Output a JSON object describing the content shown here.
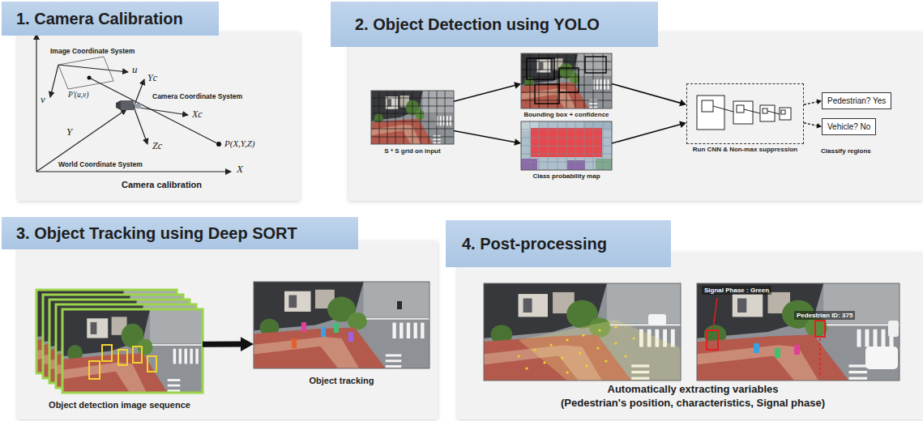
{
  "diagram": {
    "nodes": [
      {
        "text": [
          "1. Camera Calibration"
        ]
      },
      {
        "text": [
          "2. Object Detection using YOLO"
        ]
      },
      {
        "text": [
          "S * S grid on input"
        ]
      },
      {
        "text": [
          "Bounding box + confidence"
        ]
      },
      {
        "text": [
          "Class probability map"
        ]
      },
      {
        "text": [
          "Run CNN & Non-max suppression"
        ]
      },
      {
        "text": [
          "Pedestrian? Yes"
        ]
      },
      {
        "text": [
          "Vehicle? No"
        ]
      },
      {
        "text": [
          "3. Object Tracking using Deep SORT"
        ]
      },
      {
        "text": [
          "Object detection image sequence"
        ]
      },
      {
        "text": [
          "Object tracking"
        ]
      },
      {
        "text": [
          "4. Post-processing"
        ]
      }
    ],
    "edges": [
      {
        "from": 2,
        "to": 3,
        "arrow": "to"
      },
      {
        "from": 2,
        "to": 4,
        "arrow": "to"
      },
      {
        "from": 3,
        "to": 5,
        "arrow": "to"
      },
      {
        "from": 4,
        "to": 5,
        "arrow": "to"
      },
      {
        "from": 5,
        "to": 6,
        "arrow": "to"
      },
      {
        "from": 5,
        "to": 7,
        "arrow": "to"
      },
      {
        "from": 9,
        "to": 10,
        "arrow": "to"
      }
    ],
    "labels": [
      "Image Coordinate System",
      "u",
      "v",
      "P'(u,v)",
      "Yc",
      "Camera Coordinate System",
      "Xc",
      "Y",
      "Zc",
      "P(X,Y,Z)",
      "World Coordinate System",
      "X",
      "Camera calibration",
      "Classify regions",
      "Signal Phase : Green",
      "Pedestrian ID: 375",
      "Automatically extracting variables",
      "(Pedestrian's position, characteristics, Signal phase)"
    ]
  }
}
